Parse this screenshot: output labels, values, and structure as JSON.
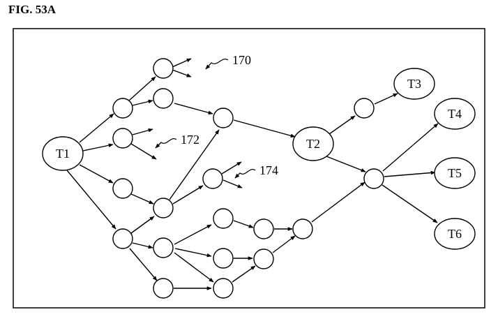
{
  "figure": {
    "title": "FIG. 53A"
  },
  "terminals": {
    "t1": "T1",
    "t2": "T2",
    "t3": "T3",
    "t4": "T4",
    "t5": "T5",
    "t6": "T6"
  },
  "reference_numerals": {
    "r170": "170",
    "r172": "172",
    "r174": "174"
  },
  "colors": {
    "stroke": "#000000",
    "background": "#ffffff"
  }
}
